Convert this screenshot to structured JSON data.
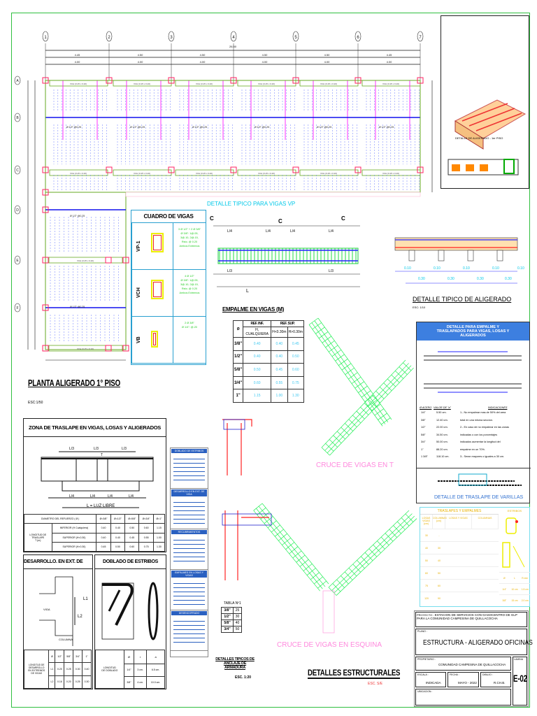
{
  "plan": {
    "title": "PLANTA ALIGERADO 1° PISO",
    "scale": "ESC:1/50",
    "axes_x": [
      "1",
      "2",
      "3",
      "4",
      "5",
      "6",
      "7"
    ],
    "axes_y": [
      "A",
      "B",
      "C",
      "D",
      "E",
      "F"
    ],
    "total_dim": "26.50",
    "spans": [
      "4.45",
      "4.50",
      "4.50",
      "4.50",
      "4.50",
      "4.45"
    ],
    "clear_spans": [
      "4.00",
      "4.00",
      "4.00",
      "4.00",
      "4.00",
      "4.00"
    ],
    "beam_label": "VCH (0.25 x 0.20)",
    "rib_label": "Ø 1/2\" @0.25"
  },
  "detail_3d": {
    "title": "DETALLE DE ALIGERADO - 1er PISO"
  },
  "vp_detail": {
    "title": "DETALLE TIPICO PARA VIGAS VP",
    "marks": [
      "C",
      "C",
      "C"
    ],
    "dims": [
      "L/4",
      "L/4",
      "L/4",
      "L/4",
      "L/3",
      "L/3",
      "L"
    ]
  },
  "cuadro_vigas": {
    "title": "CUADRO DE VIGAS",
    "rows": [
      {
        "name": "VP-1",
        "spec": [
          "3 Ø 1/2\" + 2 Ø 3/8\"",
          "Ø 3/8\": 1@.05,",
          "3@.10, 2@.15,",
          "Rsto. @ 0.20",
          "Ambos Extremos"
        ]
      },
      {
        "name": "VCH",
        "spec": [
          "4 Ø 1/2\"",
          "Ø 3/8\": 1@.05,",
          "3@.10, 2@.15,",
          "Rsto. @ 0.20",
          "Ambos Extremos"
        ]
      },
      {
        "name": "VB",
        "spec": [
          "2 Ø 3/8\"",
          "Ø 1/4\": @.20"
        ]
      }
    ]
  },
  "empalme": {
    "title": "EMPALME EN VIGAS (M)",
    "headers": [
      "Ø",
      "REF. INF.",
      "REF. SUP."
    ],
    "subheaders": [
      "H, CUALQUIERA",
      "H<0.30m",
      "H>0.30m"
    ],
    "rows": [
      [
        "3/8\"",
        "0.40",
        "0.40",
        "0.45"
      ],
      [
        "1/2\"",
        "0.40",
        "0.40",
        "0.50"
      ],
      [
        "5/8\"",
        "0.50",
        "0.45",
        "0.60"
      ],
      [
        "3/4\"",
        "0.60",
        "0.55",
        "0.75"
      ],
      [
        "1\"",
        "1.15",
        "1.00",
        "1.30"
      ]
    ]
  },
  "aligerado_detail": {
    "title": "DETALLE TIPICO DE ALIGERADO",
    "scale": "ESC: 1/10",
    "dims": [
      "0.10",
      "0.30",
      "0.10",
      "0.30",
      "0.10",
      "0.30",
      "0.10",
      "0.30",
      "0.10"
    ]
  },
  "traslape_panel": {
    "title": "DETALLE PARA EMPALME Y TRASLAPADOS PARA VIGAS, LOSAS Y ALIGERADOS",
    "headers": [
      "Ø ACERO",
      "VALOR DE \"a\"",
      "INDICACIONES"
    ],
    "rows": [
      [
        "1/4\"",
        "5.50 cm."
      ],
      [
        "3/8\"",
        "12.40 cm."
      ],
      [
        "1/2\"",
        "22.00 cm."
      ],
      [
        "5/8\"",
        "34.50 cm."
      ],
      [
        "3/4\"",
        "50.00 cm."
      ],
      [
        "1\"",
        "88.20 cm."
      ],
      [
        "1 3/8\"",
        "118.10 cm."
      ]
    ],
    "notes": [
      "1.- No empalmar mas de 50% del area",
      "total en una misma seccion.",
      "2.- En caso de no empalmar en las zonas",
      "indicadas o con los porcentajes",
      "indicados aumentar la longitud del",
      "empalme en un 70%.",
      "3.- Seran mayores o iguales a 30 cm."
    ],
    "varillas_title": "DETALLE DE TRASLAPE DE VARILLAS"
  },
  "cruce_t": {
    "title": "CRUCE DE VIGAS EN T"
  },
  "cruce_esquina": {
    "title": "CRUCE DE VIGAS EN ESQUINA"
  },
  "zona_traslape": {
    "title": "ZONA DE TRASLAPE EN VIGAS, LOSAS Y ALIGERADOS",
    "dims": [
      "L/3",
      "L/3",
      "L/3",
      "T",
      "L/4",
      "L/4",
      "L/4",
      "L/4",
      "L = LUZ LIBRE"
    ],
    "header": [
      "DIAMETRO DEL REFUERZO ( Ø )",
      "Ø=3/8\"",
      "Ø=1/2\"",
      "Ø=5/8\"",
      "Ø=3/4\"",
      "Ø=1\""
    ],
    "row_label": [
      "LONGITUD DE",
      "TRASLAPE",
      "T (m)"
    ],
    "rows": [
      [
        "INFERIOR (H Cualquiera)",
        "0.40",
        "0.40",
        "0.50",
        "0.60",
        "1.15"
      ],
      [
        "SUPERIOR (H<0.30)",
        "0.40",
        "0.40",
        "0.45",
        "0.55",
        "1.00"
      ],
      [
        "SUPERIOR (H>0.30)",
        "0.45",
        "0.50",
        "0.60",
        "0.75",
        "1.30"
      ]
    ]
  },
  "desarrollo": {
    "title": "DESARROLLO. EN EXT. DE VIGA",
    "labels": [
      "VIGA",
      "COLUMNA",
      "L1",
      "L2"
    ],
    "row_label": [
      "LONGITUD DE",
      "DESARROLLO",
      "EN EXTREMOS",
      "DE VIGAS"
    ],
    "header": [
      "Ø",
      "1/2\"",
      "5/8\"",
      "3/4\"",
      "1\""
    ],
    "rows": [
      [
        "L1",
        "0.20",
        "0.25",
        "0.30",
        "0.40"
      ],
      [
        "L2",
        "0.16",
        "0.20",
        "0.25",
        "0.30"
      ]
    ]
  },
  "doblado": {
    "title": "DOBLADO DE ESTRIBOS",
    "row_label": [
      "LONGITUD",
      "DE DOBLADO"
    ],
    "header": [
      "Ø",
      "r",
      "a"
    ],
    "rows": [
      [
        "1/4\"",
        "3 cm.",
        "6.5 cm."
      ],
      [
        "3/8\"",
        "4 cm.",
        "10.0 cm."
      ]
    ]
  },
  "side_tables": {
    "doblado": "DOBLADO DE ESTRIBOS",
    "desarrollo": "DESARROLLO EN EXT. DE VIGA",
    "recubrimientos": "RECUBRIMIENTOS",
    "empalmes": "EMPALMES EN LOSAS Y VIGAS",
    "desencofrado": "DESENCOFRADO"
  },
  "anclaje": {
    "title": "DETALLES TIPICOS DE ANCLAJE DE ARMADURA",
    "scale": "ESC. 1:20",
    "table_title": "TABLA Nº1",
    "rows": [
      [
        "3/8\"",
        "25"
      ],
      [
        "1/2\"",
        "30"
      ],
      [
        "5/8\"",
        "40"
      ],
      [
        "3/4\"",
        "50"
      ]
    ]
  },
  "traslapes_empalmes": {
    "title": "TRASLAPES Y EMPALMES",
    "estribos": "ESTRIBOS",
    "headers": [
      "LOSAS VIGAS (cm)",
      "COLUMNAS (cm)",
      "LOSAS Y VIGAS",
      "COLUMNAS"
    ],
    "rows": [
      [
        "30",
        "-"
      ],
      [
        "40",
        "30"
      ],
      [
        "50",
        "40"
      ],
      [
        "60",
        "50"
      ],
      [
        "75",
        "60"
      ],
      [
        "120",
        "90"
      ]
    ],
    "estribo_rows": [
      [
        "Ø",
        "L",
        "R.mín"
      ],
      [
        "1/4\"",
        "10 cm",
        "1.5 cm"
      ],
      [
        "3/8\"",
        "15 cm",
        "2.0 cm"
      ]
    ]
  },
  "sheet_title": "DETALLES ESTRUCTURALES",
  "sheet_scale": "ESC. S/E",
  "title_block": {
    "proyecto_label": "PROYECTO :",
    "proyecto": "ESTACION DE SERVICIOS CON GASOCENTRO DE GLP PARA LA COMUNIDAD CAMPESINA DE QUILLACOCHA",
    "plano_label": "PLANO :",
    "plano": "ESTRUCTURA - ALIGERADO OFICINAS",
    "propietario_label": "PROPIETARIO :",
    "propietario": "COMUNIDAD CAMPESINA DE QUILLACOCHA",
    "lamina_label": "LAMINA",
    "lamina": "E-02",
    "escala_label": "ESCALA :",
    "escala": "INDICADA",
    "fecha_label": "FECHA :",
    "fecha": "MAYO - 2022",
    "dibujo_label": "DIBUJO :",
    "dibujo": "R.CH.B.",
    "ubicacion_label": "UBICACION :"
  },
  "colors": {
    "beam": "#66aa22",
    "slab_line": "#1010ee",
    "column": "#ff2060",
    "rebar": "#ff00ff",
    "detail_text": "#00c8e8",
    "truss": "#22ee55"
  }
}
